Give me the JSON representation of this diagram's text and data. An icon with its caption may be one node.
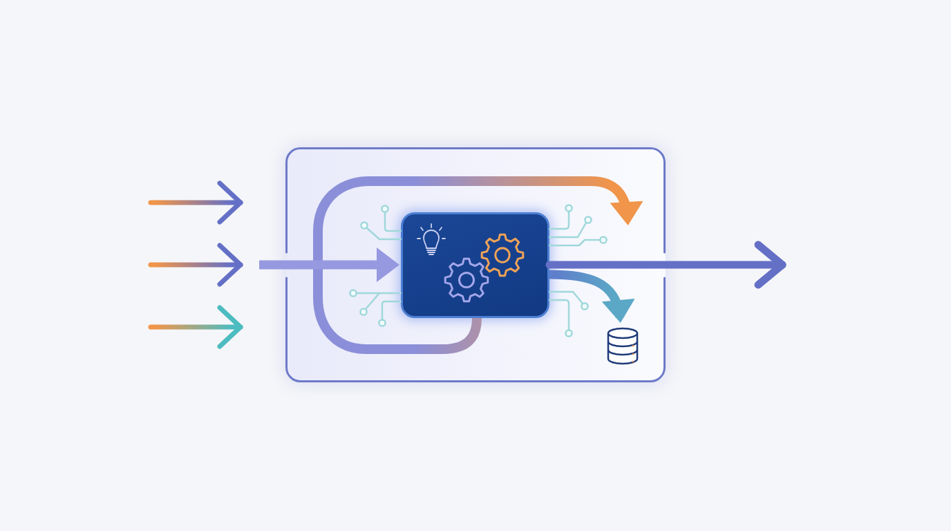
{
  "diagram": {
    "nodes": [
      {
        "text": [],
        "shape": "box"
      },
      {
        "text": [],
        "shape": "box",
        "in": 0
      },
      {
        "text": [],
        "shape": "cylinder",
        "in": 0
      }
    ],
    "edges": [
      {
        "from": null,
        "to": 0,
        "arrow": "to"
      },
      {
        "from": null,
        "to": 0,
        "arrow": "to"
      },
      {
        "from": null,
        "to": 0,
        "arrow": "to",
        "color": "#4dbcc0"
      },
      {
        "from": null,
        "to": 1,
        "arrow": "to",
        "color": "#9799e0"
      },
      {
        "from": 1,
        "to": null,
        "arrow": "to"
      },
      {
        "from": 1,
        "to": null,
        "arrow": "to",
        "color": "#f0954a"
      },
      {
        "from": 1,
        "to": 2,
        "arrow": "to",
        "color": "#5ba8c6"
      }
    ]
  }
}
